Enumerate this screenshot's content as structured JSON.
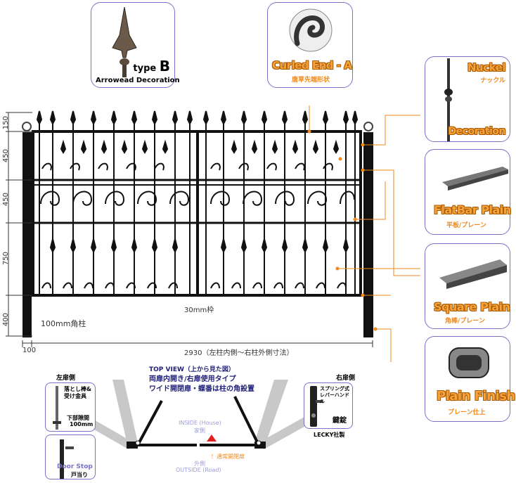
{
  "top_cards": {
    "arrowhead": {
      "type_prefix": "type",
      "type_letter": "B",
      "caption": "Arrowead Decoration"
    },
    "curled_end": {
      "title": "Curled End - A",
      "subtitle": "唐草先端形状"
    }
  },
  "right_cards": [
    {
      "title": "Nuckel",
      "subtitle": "ナックル",
      "footer": "Decoration"
    },
    {
      "title": "FlatBar Plain",
      "subtitle": "平板/プレーン"
    },
    {
      "title": "Square Plain",
      "subtitle": "角棒/プレーン"
    },
    {
      "title": "Plain Finish",
      "subtitle": "プレーン仕上"
    }
  ],
  "dimensions": {
    "vertical": [
      "150",
      "450",
      "450",
      "750",
      "400"
    ],
    "frame_label": "30mm枠",
    "post_label": "100mm角柱",
    "post_width": "100",
    "total_width": "2930（左柱内側〜右柱外側寸法）"
  },
  "top_view": {
    "heading": "TOP VIEW（上から見た図）",
    "line1": "両扉内開き/右扉使用タイプ",
    "line2": "ワイド開閉扉・蝶番は柱の角設置",
    "inside": "INSIDE (House)",
    "inside_jp": "家側",
    "outside_jp": "外側",
    "outside": "OUTSIDE (Road)",
    "gate_note": "！通常開閉扉"
  },
  "left_side": {
    "title": "左扉側",
    "bolt_label": "落とし棒&受け金具",
    "gap_label": "下部隙間",
    "gap_value": "100mm",
    "stop_en": "Door Stop",
    "stop_jp": "戸当り"
  },
  "right_side": {
    "title": "右扉側",
    "lever": "スプリング式レバーハンドル",
    "lock": "鍵錠",
    "maker": "LECKY社製"
  },
  "colors": {
    "accent": "#f08a1d",
    "card_border": "#7a74c9",
    "frame": "#111111"
  }
}
